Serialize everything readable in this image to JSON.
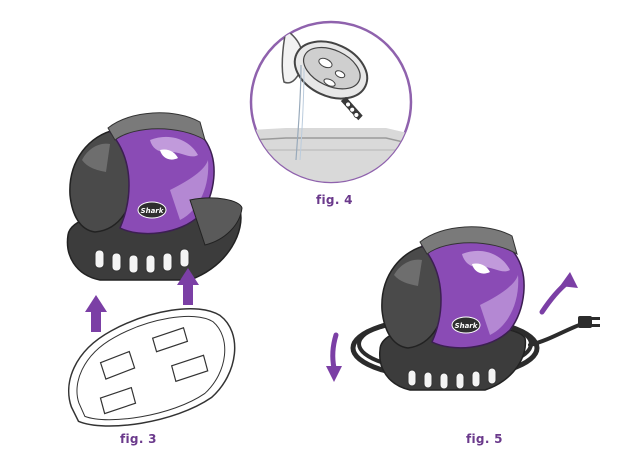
{
  "figures": {
    "fig3": {
      "caption": "fig. 3",
      "brand": "Shark"
    },
    "fig4": {
      "caption": "fig. 4"
    },
    "fig5": {
      "caption": "fig. 5",
      "brand": "Shark"
    }
  },
  "colors": {
    "caption": "#6b3a8c",
    "purple": "#8a4bb5",
    "purple_light": "#c6a3df",
    "purple_dark": "#5d2b80",
    "body_dark": "#454545",
    "body_mid": "#6b6b6b",
    "arrow": "#7b3fa5",
    "circle_border": "#8f62ad"
  },
  "icons": [
    "up-arrow-icon",
    "curved-arrow-icon",
    "plug-icon"
  ]
}
